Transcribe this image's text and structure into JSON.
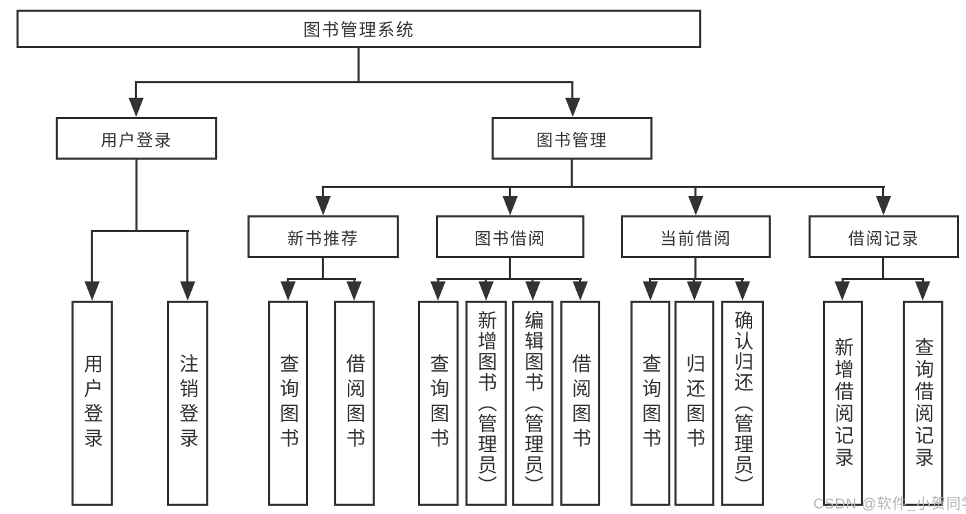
{
  "title": {
    "label": "图书管理系统"
  },
  "level2": [
    {
      "label": "用户登录"
    },
    {
      "label": "图书管理"
    }
  ],
  "level3": [
    {
      "label": "新书推荐",
      "parent": "图书管理"
    },
    {
      "label": "图书借阅",
      "parent": "图书管理"
    },
    {
      "label": "当前借阅",
      "parent": "图书管理"
    },
    {
      "label": "借阅记录",
      "parent": "图书管理"
    }
  ],
  "leaves": [
    {
      "label": "用户登录",
      "parent": "用户登录"
    },
    {
      "label": "注销登录",
      "parent": "用户登录"
    },
    {
      "label": "查询图书",
      "parent": "新书推荐"
    },
    {
      "label": "借阅图书",
      "parent": "新书推荐"
    },
    {
      "label": "查询图书",
      "parent": "图书借阅"
    },
    {
      "label": "新增图书（管理员）",
      "parent": "图书借阅"
    },
    {
      "label": "编辑图书（管理员）",
      "parent": "图书借阅"
    },
    {
      "label": "借阅图书",
      "parent": "图书借阅"
    },
    {
      "label": "查询图书",
      "parent": "当前借阅"
    },
    {
      "label": "归还图书",
      "parent": "当前借阅"
    },
    {
      "label": "确认归还（管理员）",
      "parent": "当前借阅"
    },
    {
      "label": "新增借阅记录",
      "parent": "借阅记录"
    },
    {
      "label": "查询借阅记录",
      "parent": "借阅记录"
    }
  ],
  "watermark": {
    "text": "CSDN @软件_小贺同学"
  },
  "colors": {
    "line": "#333333",
    "text": "#333333",
    "watermark": "#b3b3b3",
    "background": "#ffffff"
  }
}
